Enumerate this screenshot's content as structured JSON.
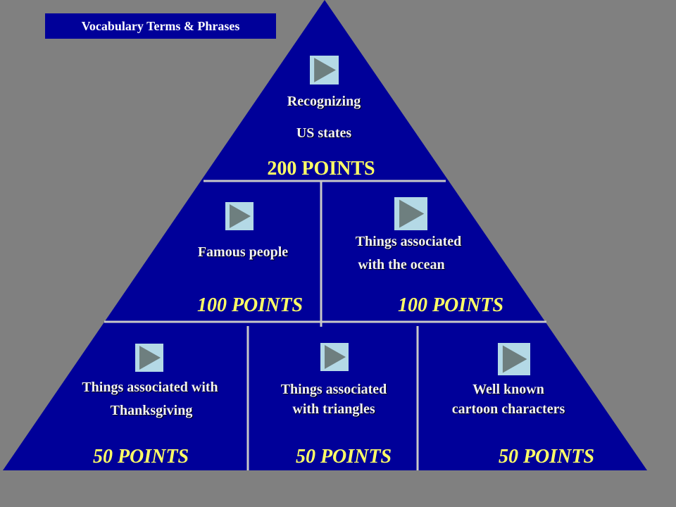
{
  "header": {
    "title": "Vocabulary Terms & Phrases"
  },
  "colors": {
    "triangle_fill": "#000099",
    "points_text": "#ffff66",
    "label_text": "#f2f2f2",
    "play_button": "#b4d9e6",
    "background": "#808080"
  },
  "tiers": {
    "top": {
      "cells": [
        {
          "label_line1": "Recognizing",
          "label_line2": "US states",
          "points": "200 POINTS"
        }
      ]
    },
    "middle": {
      "cells": [
        {
          "label_line1": "Famous people",
          "points": "100 POINTS"
        },
        {
          "label_line1": "Things associated",
          "label_line2": "with the ocean",
          "points": "100 POINTS"
        }
      ]
    },
    "bottom": {
      "cells": [
        {
          "label_line1": "Things associated with",
          "label_line2": "Thanksgiving",
          "points": "50 POINTS"
        },
        {
          "label_line1": "Things associated",
          "label_line2": "with triangles",
          "points": "50 POINTS"
        },
        {
          "label_line1": "Well known",
          "label_line2": "cartoon characters",
          "points": "50 POINTS"
        }
      ]
    }
  }
}
